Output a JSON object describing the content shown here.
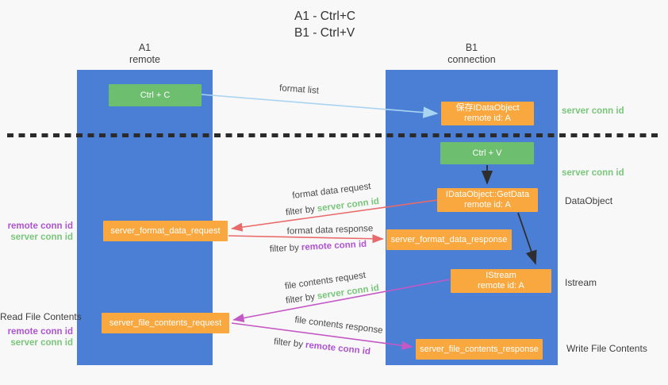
{
  "title": {
    "line1": "A1 - Ctrl+C",
    "line2": "B1 - Ctrl+V"
  },
  "columns": {
    "left": {
      "id": "A1",
      "name": "remote"
    },
    "right": {
      "id": "B1",
      "name": "connection"
    }
  },
  "nodes": {
    "ctrl_c": "Ctrl + C",
    "save_idataobject": {
      "line1": "保存IDataObject",
      "line2": "remote id: A"
    },
    "ctrl_v": "Ctrl + V",
    "getdata": {
      "line1": "IDataObject::GetData",
      "line2": "remote id: A"
    },
    "format_request": "server_format_data_request",
    "format_response": "server_format_data_response",
    "istream": {
      "line1": "IStream",
      "line2": "remote id: A"
    },
    "file_request": "server_file_contents_request",
    "file_response": "server_file_contents_response"
  },
  "side_labels": {
    "server_conn_id_top": "server conn id",
    "server_conn_id_mid": "server conn id",
    "dataobject": "DataObject",
    "istream": "Istream",
    "write_file": "Write File Contents",
    "read_file": "Read File Contents",
    "left_remote_conn_top": "remote conn id",
    "left_server_conn_top": "server conn id",
    "left_remote_conn_bottom": "remote conn id",
    "left_server_conn_bottom": "server conn id"
  },
  "arrow_labels": {
    "format_list": "format list",
    "format_data_request": "format data request",
    "format_data_request_filter": {
      "prefix": "filter by",
      "key": "server conn id"
    },
    "format_data_response": "format data response",
    "format_data_response_filter": {
      "prefix": "filter by",
      "key": "remote conn id"
    },
    "file_contents_request": "file contents request",
    "file_contents_request_filter": {
      "prefix": "filter by",
      "key": "server conn id"
    },
    "file_contents_response": "file contents response",
    "file_contents_response_filter": {
      "prefix": "filter by",
      "key": "remote conn id"
    }
  },
  "colors": {
    "bg": "#f8f8f8",
    "lane": "#4a7fd5",
    "green-box": "#6dbf6f",
    "orange-box": "#f9a840",
    "dark-text": "#3d3d3d",
    "green-text": "#79c67b",
    "purple-text": "#ae54d0",
    "red-arrow": "#e96a6a",
    "magenta-arrow": "#c458c4",
    "lightblue-arrow": "#a9d4f1",
    "black-arrow": "#2e2e2e"
  }
}
